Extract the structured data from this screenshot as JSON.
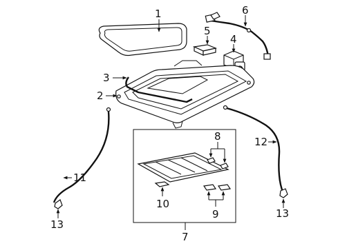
{
  "callouts": {
    "c1": "1",
    "c2": "2",
    "c3": "3",
    "c4": "4",
    "c5": "5",
    "c6": "6",
    "c7": "7",
    "c8": "8",
    "c9": "9",
    "c10": "10",
    "c11": "11",
    "c12": "12",
    "c13a": "13",
    "c13b": "13"
  },
  "colors": {
    "line": "#111111",
    "background": "#ffffff"
  }
}
